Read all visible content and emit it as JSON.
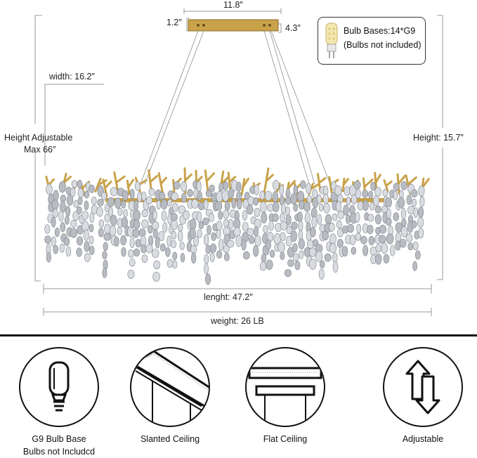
{
  "dimensions": {
    "canopy_width": "11.8″",
    "canopy_height": "1.2″",
    "canopy_drop": "4.3″",
    "width": "width: 16.2″",
    "height_adjustable": "Height Adjustable",
    "max": "Max 66″",
    "height": "Height: 15.7″",
    "length": "lenght: 47.2″",
    "weight": "weight: 26 LB"
  },
  "bulb_info": {
    "line1": "Bulb Bases:14*G9",
    "line2": "(Bulbs not included)"
  },
  "features": [
    {
      "label": "G9 Bulb Base",
      "sub": "Bulbs not Includcd",
      "icon": "g9-bulb-icon"
    },
    {
      "label": "Slanted Ceiling",
      "sub": "",
      "icon": "slanted-ceiling-icon"
    },
    {
      "label": "Flat Ceiling",
      "sub": "",
      "icon": "flat-ceiling-icon"
    },
    {
      "label": "Adjustable",
      "sub": "",
      "icon": "adjustable-arrows-icon"
    }
  ],
  "colors": {
    "gold": "#c9a24a",
    "crystal": "#b8bcc2",
    "line": "#9a9a9a"
  }
}
